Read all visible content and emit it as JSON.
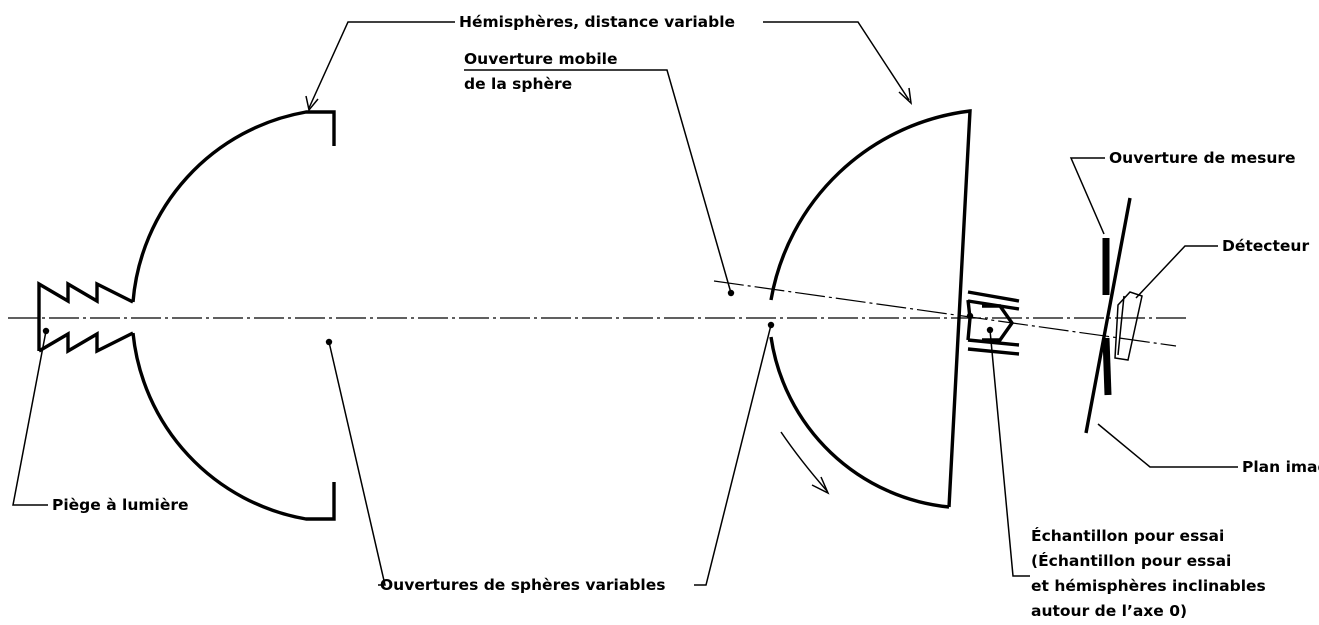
{
  "labels": {
    "hemispheres": "Hémisphères, distance variable",
    "mobile_aperture_line1": "Ouverture mobile",
    "mobile_aperture_line2": "de la sphère",
    "measuring_aperture": "Ouverture de mesure",
    "detector": "Détecteur",
    "image_plane": "Plan image",
    "light_trap": "Piège à lumière",
    "variable_sphere_apertures": "Ouvertures de sphères variables",
    "specimen_line1": "Échantillon pour essai",
    "specimen_line2": "(Échantillon pour essai",
    "specimen_line3": "et hémisphères inclinables",
    "specimen_line4": "autour de l’axe 0)"
  }
}
